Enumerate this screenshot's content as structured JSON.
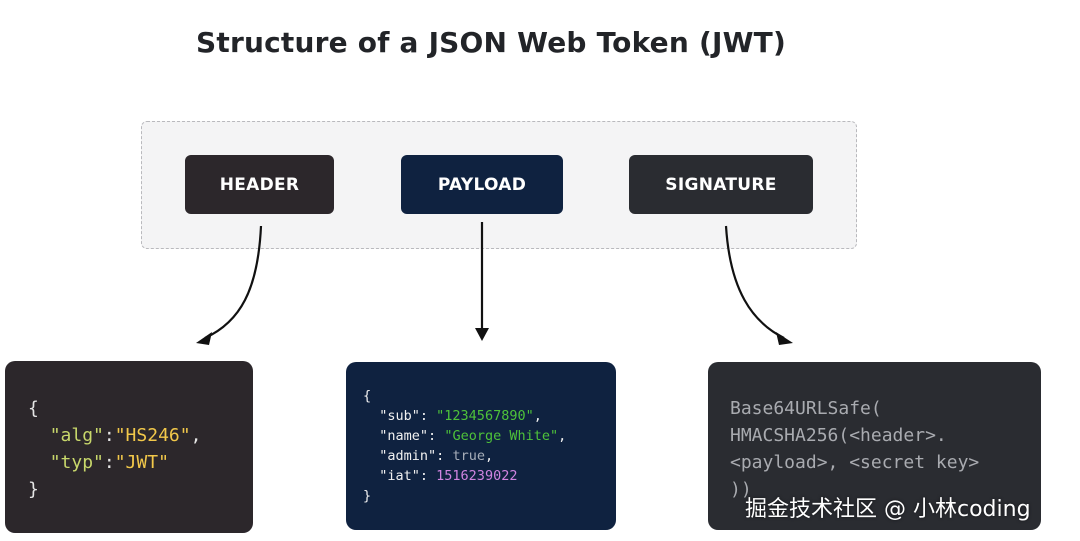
{
  "title": "Structure of a JSON Web Token (JWT)",
  "parts": {
    "header": "HEADER",
    "payload": "PAYLOAD",
    "signature": "SIGNATURE"
  },
  "header_code": {
    "open": "{",
    "alg_key": "\"alg\"",
    "alg_val": "\"HS246\"",
    "typ_key": "\"typ\"",
    "typ_val": "\"JWT\"",
    "close": "}"
  },
  "payload_code": {
    "open": "{",
    "sub_key": "\"sub\"",
    "sub_val": "\"1234567890\"",
    "name_key": "\"name\"",
    "name_val": "\"George White\"",
    "admin_key": "\"admin\"",
    "admin_val": "true",
    "iat_key": "\"iat\"",
    "iat_val": "1516239022",
    "close": "}"
  },
  "signature_code": [
    "Base64URLSafe(",
    "HMACSHA256(<header>.",
    "<payload>, <secret key>",
    "))"
  ],
  "watermark": "掘金技术社区 @ 小林coding",
  "colors": {
    "header_bg": "#2c272b",
    "payload_bg": "#0f2240",
    "signature_bg": "#2a2c31",
    "container_bg": "#f4f4f5"
  }
}
